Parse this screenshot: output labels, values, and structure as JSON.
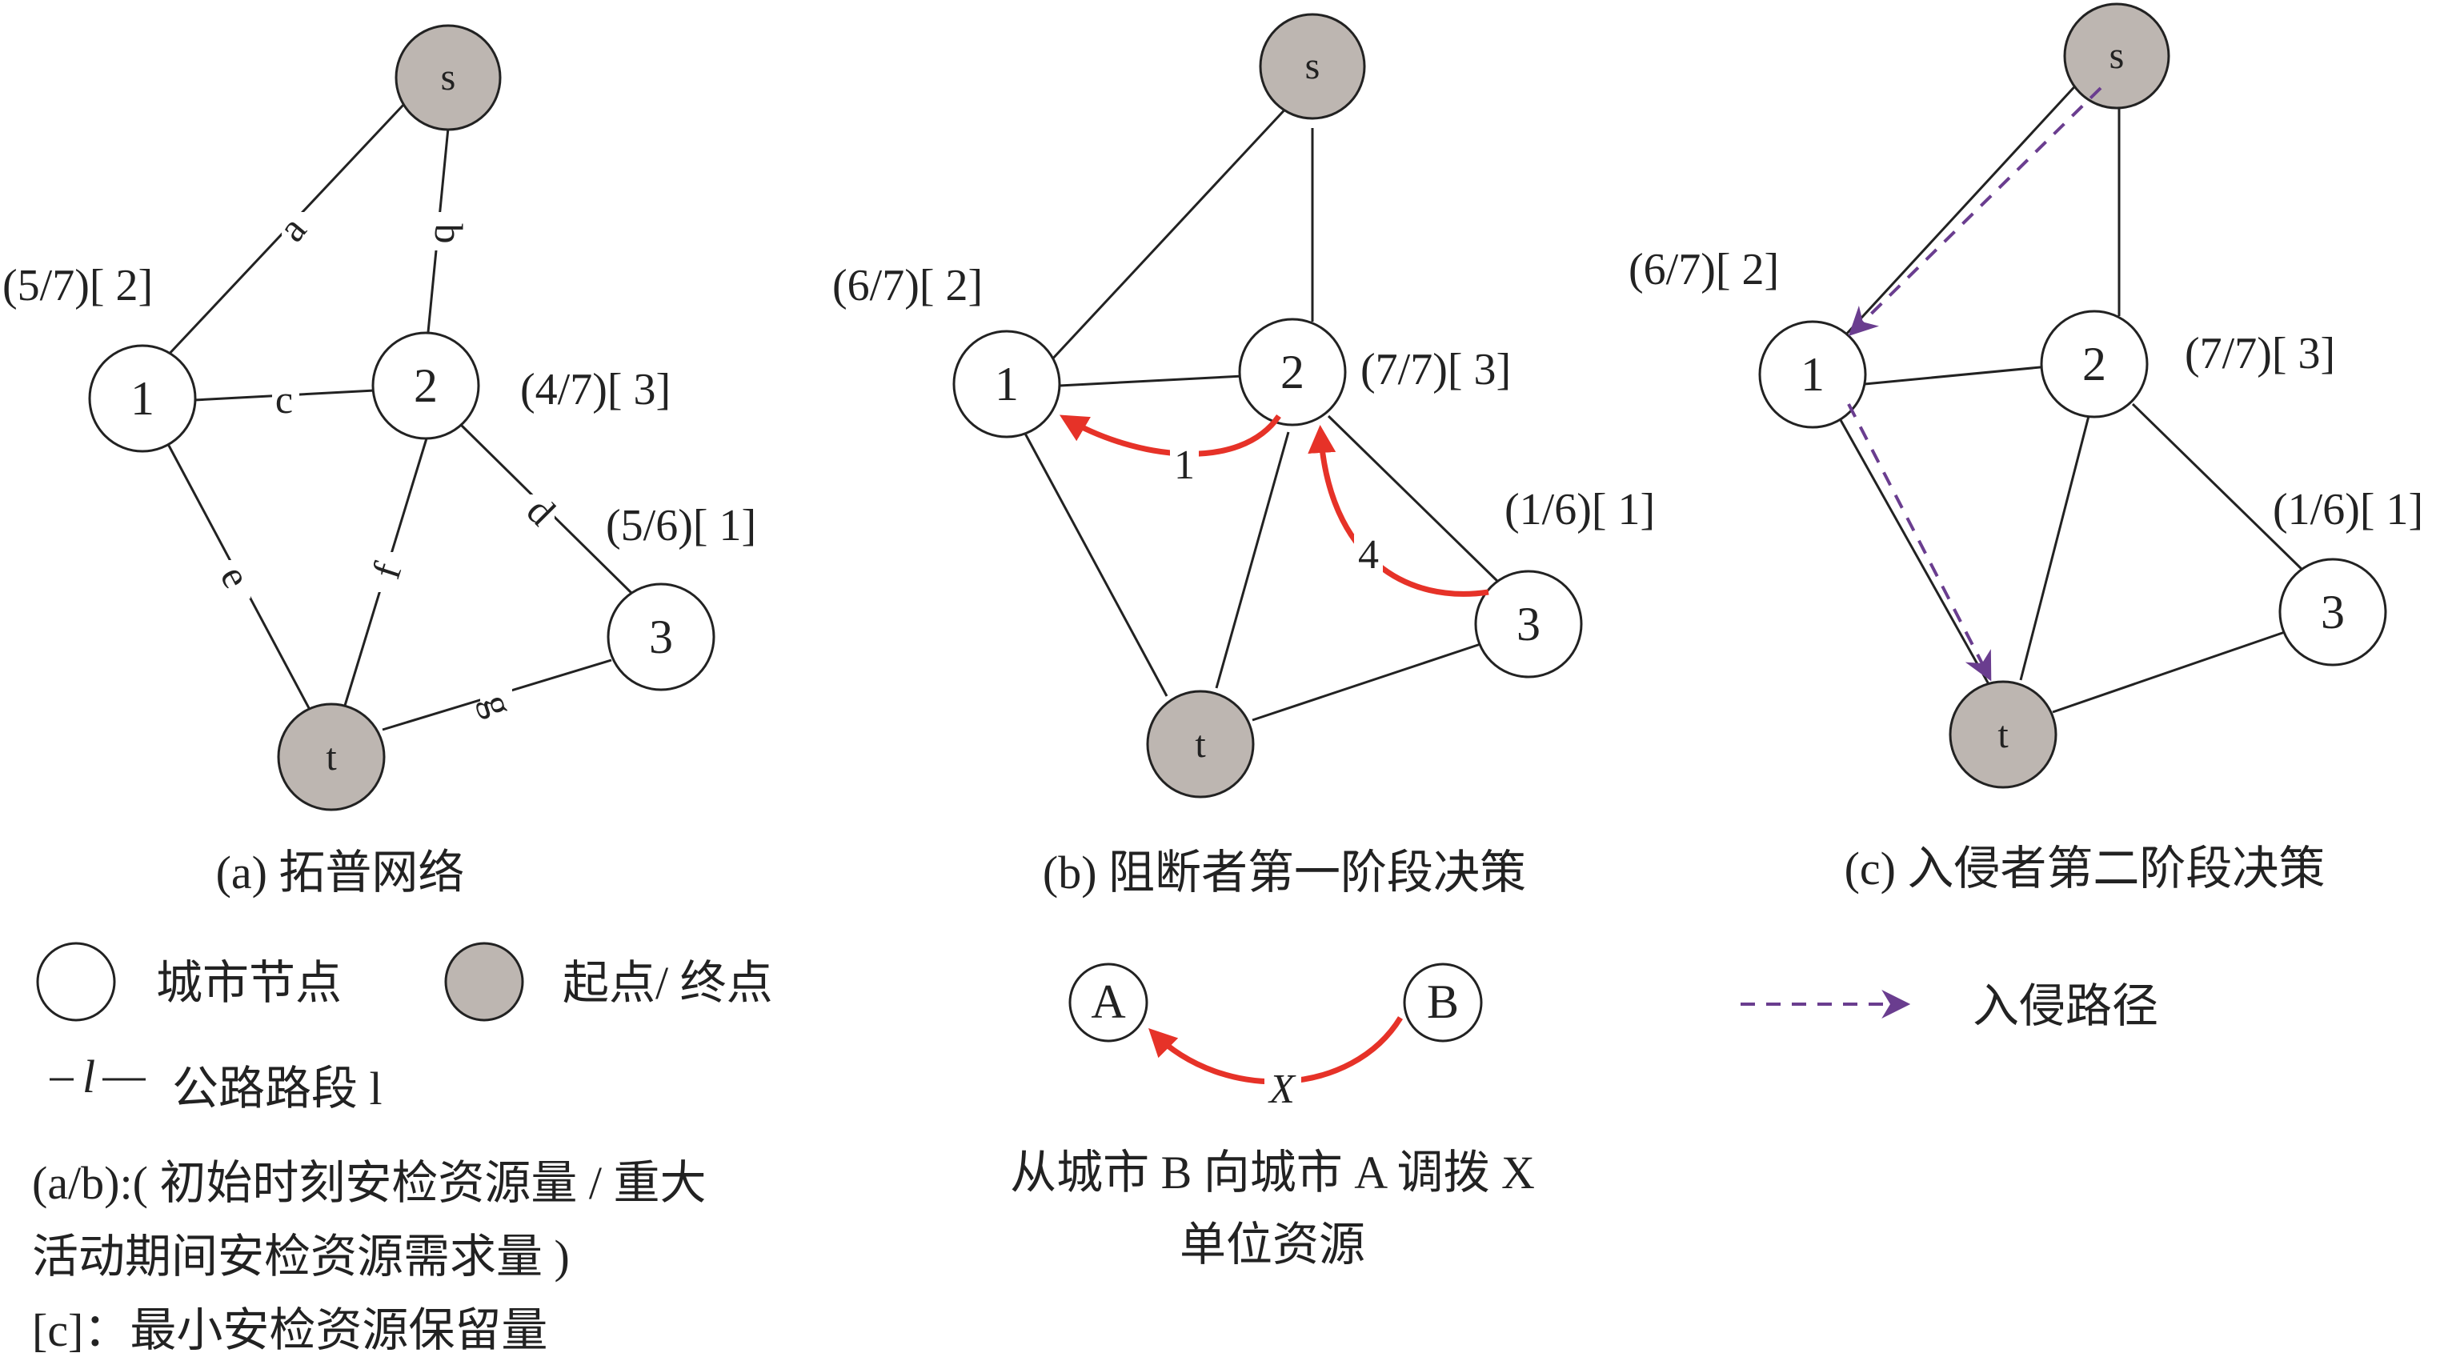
{
  "panels": {
    "a": {
      "caption": "(a) 拓普网络",
      "nodes": {
        "s": "s",
        "n1": "1",
        "n2": "2",
        "n3": "3",
        "t": "t"
      },
      "node_info": {
        "n1": "(5/7)[ 2]",
        "n2": "(4/7)[ 3]",
        "n3": "(5/6)[ 1]"
      },
      "edges": {
        "a": "a",
        "b": "b",
        "c": "c",
        "d": "d",
        "e": "e",
        "f": "f",
        "g": "g"
      }
    },
    "b": {
      "caption": "(b) 阻断者第一阶段决策",
      "nodes": {
        "s": "s",
        "n1": "1",
        "n2": "2",
        "n3": "3",
        "t": "t"
      },
      "node_info": {
        "n1": "(6/7)[ 2]",
        "n2": "(7/7)[ 3]",
        "n3": "(1/6)[ 1]"
      },
      "flows": {
        "f21": "1",
        "f32": "4"
      }
    },
    "c": {
      "caption": "(c) 入侵者第二阶段决策",
      "nodes": {
        "s": "s",
        "n1": "1",
        "n2": "2",
        "n3": "3",
        "t": "t"
      },
      "node_info": {
        "n1": "(6/7)[ 2]",
        "n2": "(7/7)[ 3]",
        "n3": "(1/6)[ 1]"
      }
    }
  },
  "legend": {
    "city_node": "城市节点",
    "terminal_node": "起点/ 终点",
    "road_symbol": "l",
    "road_label": "公路路段 l",
    "ratio_line1": "(a/b):( 初始时刻安检资源量  / 重大",
    "ratio_line2": "活动期间安检资源需求量 )",
    "reserve": "[c]：最小安检资源保留量",
    "transfer_node_a": "A",
    "transfer_node_b": "B",
    "transfer_amount": "X",
    "transfer_line1": "从城市 B 向城市 A 调拨 X",
    "transfer_line2": "单位资源",
    "intrusion_path": "入侵路径"
  },
  "colors": {
    "terminal_fill": "#bdb6b1",
    "transfer_arrow": "#e63228",
    "intrusion_arrow": "#6a3d8f"
  }
}
